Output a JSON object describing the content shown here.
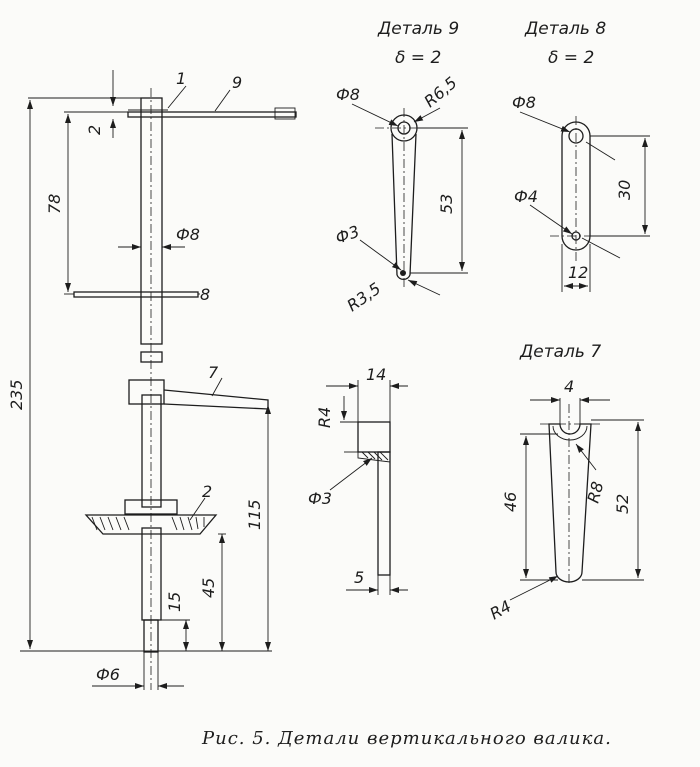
{
  "caption": "Рис. 5. Детали вертикального валика.",
  "parts": {
    "p9": {
      "title": "Деталь 9",
      "thickness": "δ = 2"
    },
    "p8": {
      "title": "Деталь 8",
      "thickness": "δ = 2"
    },
    "p7": {
      "title": "Деталь 7"
    }
  },
  "labels": {
    "pos1": "1",
    "pos9": "9",
    "pos8": "8",
    "pos7": "7",
    "pos2": "2"
  },
  "dims": {
    "d2": "2",
    "d78": "78",
    "d235": "235",
    "dphi8": "Ф8",
    "d115": "115",
    "d45": "45",
    "d15": "15",
    "dphi6": "Ф6",
    "p9_phi8": "Ф8",
    "p9_r65": "R6,5",
    "p9_53": "53",
    "p9_phi3": "Ф3",
    "p9_r35": "R3,5",
    "p8_phi8": "Ф8",
    "p8_30": "30",
    "p8_phi4": "Ф4",
    "p8_12": "12",
    "hub_14": "14",
    "hub_r4": "R4",
    "hub_phi3": "Ф3",
    "hub_5": "5",
    "p7_4": "4",
    "p7_46": "46",
    "p7_r8": "R8",
    "p7_52": "52",
    "p7_r4": "R4"
  }
}
